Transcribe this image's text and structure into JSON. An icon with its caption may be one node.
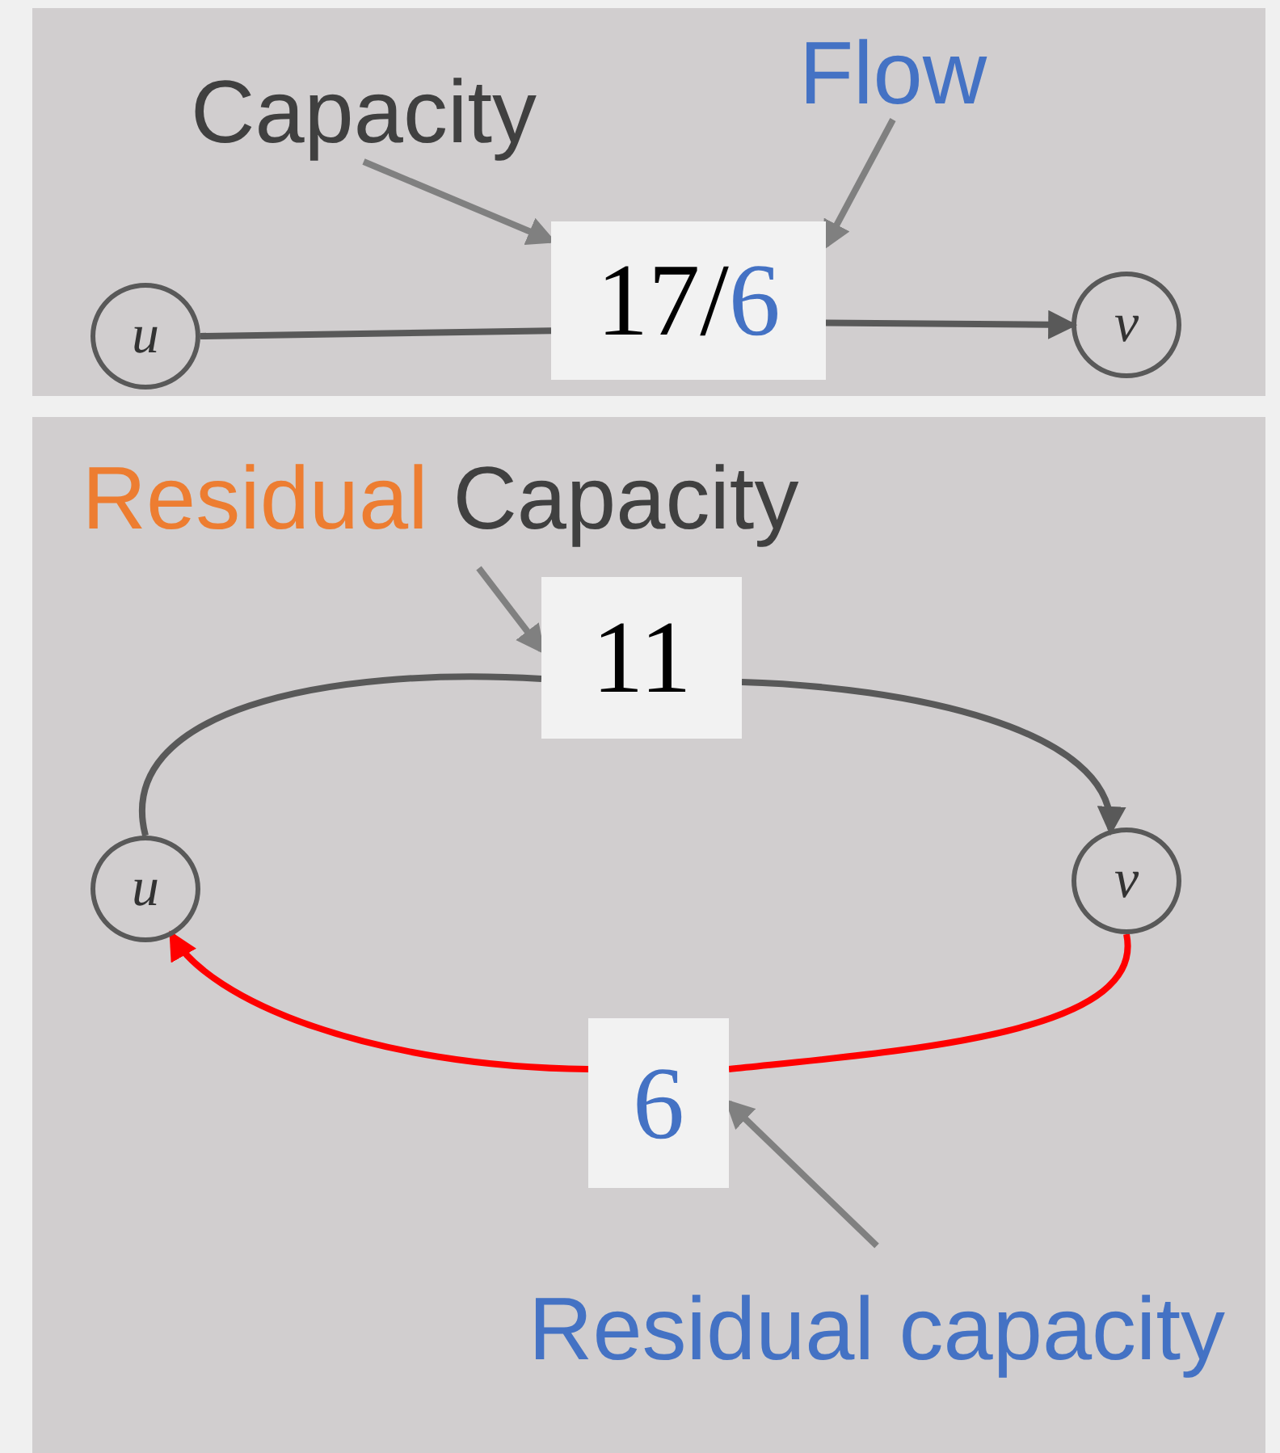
{
  "diagram": {
    "nodes": [
      {
        "text": [],
        "shape": "box"
      },
      {
        "text": [
          "Capacity"
        ],
        "in": 0
      },
      {
        "text": [
          "Flow"
        ],
        "in": 0
      },
      {
        "text": [
          "17/",
          "6"
        ],
        "in": 0
      },
      {
        "text": [
          "u"
        ],
        "in": 0
      },
      {
        "text": [
          "v"
        ],
        "in": 0
      },
      {
        "text": [],
        "shape": "box"
      },
      {
        "text": [
          "Residual",
          "Capacity"
        ],
        "in": 6
      },
      {
        "text": [
          "11"
        ],
        "in": 6
      },
      {
        "text": [
          "u"
        ],
        "in": 6
      },
      {
        "text": [
          "v"
        ],
        "in": 6
      },
      {
        "text": [
          "6"
        ],
        "in": 6
      },
      {
        "text": [
          "Residual capacity"
        ],
        "in": 6
      }
    ],
    "edges": [
      {
        "from": 1,
        "to": 3,
        "arrow": "to",
        "color": "#808080"
      },
      {
        "from": 2,
        "to": 3,
        "arrow": "to",
        "color": "#808080"
      },
      {
        "from": 4,
        "to": 3,
        "arrow": "none"
      },
      {
        "from": 3,
        "to": 5,
        "arrow": "to"
      },
      {
        "from": 7,
        "to": 8,
        "arrow": "to",
        "color": "#808080"
      },
      {
        "from": 9,
        "to": 8,
        "arrow": "none"
      },
      {
        "from": 8,
        "to": 10,
        "arrow": "to"
      },
      {
        "from": 10,
        "to": 11,
        "arrow": "none",
        "color": "#ff0000"
      },
      {
        "from": 11,
        "to": 9,
        "arrow": "to",
        "color": "#ff0000"
      },
      {
        "from": 12,
        "to": 11,
        "arrow": "to",
        "color": "#808080"
      }
    ]
  }
}
